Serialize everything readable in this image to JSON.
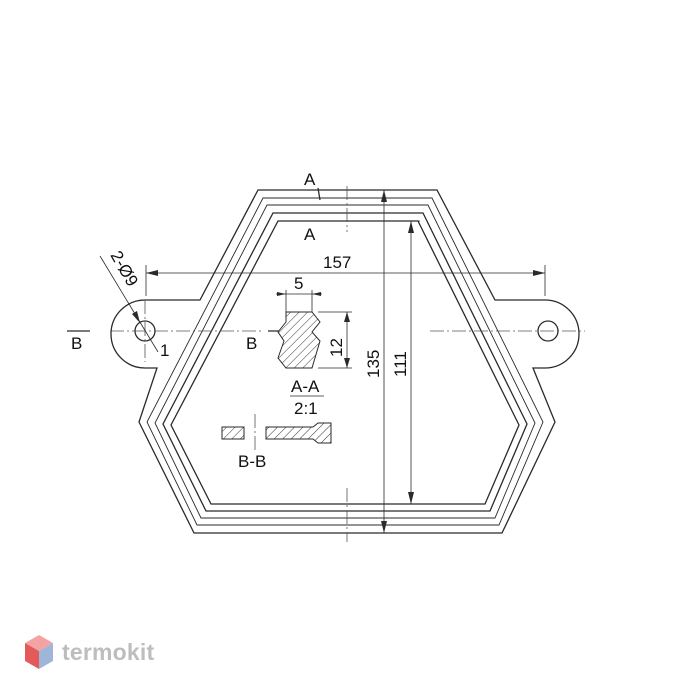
{
  "labels": {
    "section_a_top": "A",
    "section_a_inner": "A",
    "section_b_left": "B",
    "section_b_right": "B",
    "hole_callout": "2-Ø9",
    "offset_1": "1",
    "dim_width": "157",
    "dim_5": "5",
    "dim_12": "12",
    "dim_135": "135",
    "dim_111": "111",
    "section_aa_title": "A-A",
    "section_aa_scale": "2:1",
    "section_bb_title": "B-B"
  },
  "brand": {
    "name": "termokit",
    "colors": {
      "top": "#f3a3a3",
      "left": "#e45a5a",
      "right": "#9fb6d9",
      "text": "#bdbdbd"
    }
  }
}
